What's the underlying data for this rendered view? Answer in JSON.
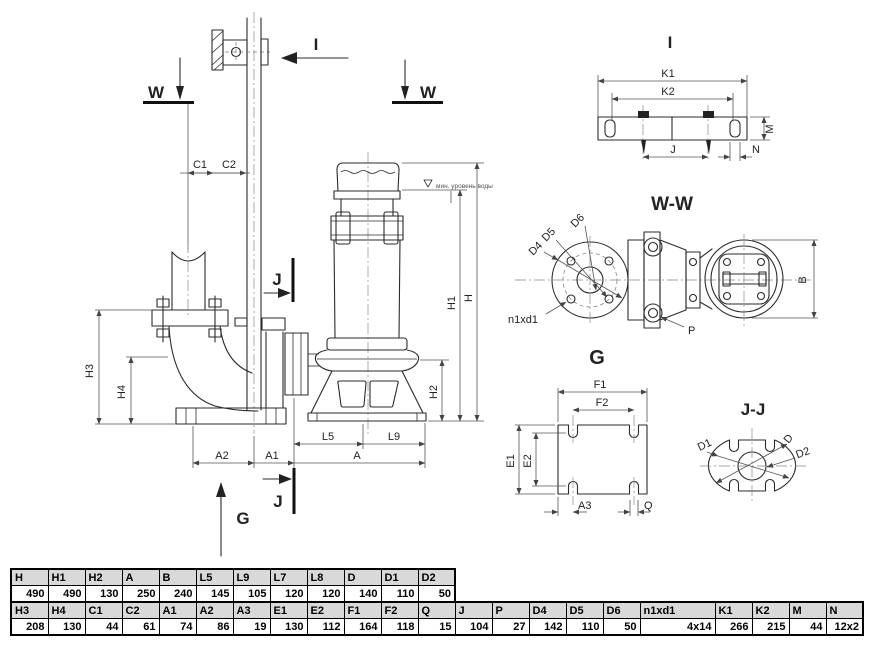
{
  "drawing": {
    "main": {
      "w_left": "W",
      "w_right": "W",
      "i_arrow": "I",
      "c1": "C1",
      "c2": "C2",
      "j_top": "J",
      "j_bottom": "J",
      "g_arrow": "G",
      "h": "H",
      "h1": "H1",
      "h2": "H2",
      "h3": "H3",
      "h4": "H4",
      "l5": "L5",
      "l9": "L9",
      "a": "A",
      "a1": "A1",
      "a2": "A2",
      "min_level": "мин. уровень воды"
    },
    "view_i": {
      "title": "I",
      "k1": "K1",
      "k2": "K2",
      "j": "J",
      "m": "M",
      "n": "N"
    },
    "view_ww": {
      "title": "W-W",
      "d4": "D4",
      "d5": "D5",
      "d6": "D6",
      "n1xd1": "n1xd1",
      "p": "P",
      "b": "B"
    },
    "view_g": {
      "title": "G",
      "f1": "F1",
      "f2": "F2",
      "e1": "E1",
      "e2": "E2",
      "a3": "A3",
      "q": "Q"
    },
    "view_jj": {
      "title": "J-J",
      "d": "D",
      "d1": "D1",
      "d2": "D2"
    }
  },
  "table": {
    "header_row_1": [
      "H",
      "H1",
      "H2",
      "A",
      "B",
      "L5",
      "L9",
      "L7",
      "L8",
      "D",
      "D1",
      "D2"
    ],
    "value_row_1": [
      "490",
      "490",
      "130",
      "250",
      "240",
      "145",
      "105",
      "120",
      "120",
      "140",
      "110",
      "50"
    ],
    "header_row_2": [
      "H3",
      "H4",
      "C1",
      "C2",
      "A1",
      "A2",
      "A3",
      "E1",
      "E2",
      "F1",
      "F2",
      "Q",
      "J",
      "P",
      "D4",
      "D5",
      "D6",
      "n1xd1",
      "K1",
      "K2",
      "M",
      "N"
    ],
    "value_row_2": [
      "208",
      "130",
      "44",
      "61",
      "74",
      "86",
      "19",
      "130",
      "112",
      "164",
      "118",
      "15",
      "104",
      "27",
      "142",
      "110",
      "50",
      "4x14",
      "266",
      "215",
      "44",
      "12x2"
    ],
    "wide_column_header": "n1xd1"
  }
}
